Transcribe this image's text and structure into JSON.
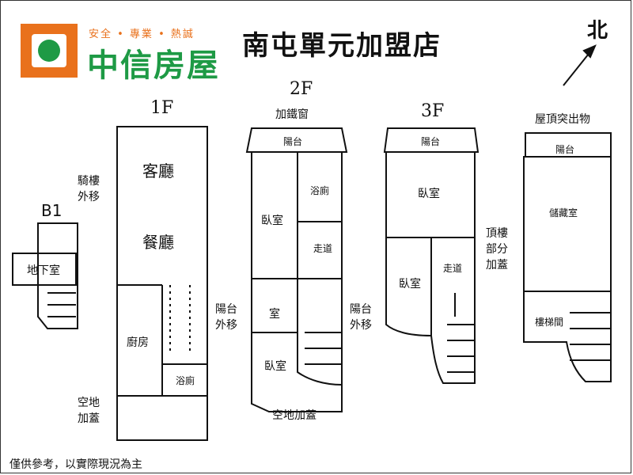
{
  "header": {
    "slogan": "安全 • 專業 • 熱誠",
    "brand": "中信房屋",
    "store": "南屯單元加盟店",
    "north": "北"
  },
  "floors": {
    "b1": {
      "title": "B1",
      "basement": "地下室"
    },
    "f1": {
      "title": "1F",
      "living": "客廳",
      "dining": "餐廳",
      "kitchen": "廚房",
      "bath": "浴廁",
      "arcade": "騎樓\n外移",
      "yard": "空地\n加蓋"
    },
    "f2": {
      "title": "2F",
      "addition": "加鐵窗",
      "balcony": "陽台",
      "bath": "浴廁",
      "bedroom": "臥室",
      "aisle": "走道",
      "room": "室",
      "balcony_moved": "陽台\n外移",
      "bedroom2": "臥室",
      "yard": "空地加蓋"
    },
    "f3": {
      "title": "3F",
      "balcony": "陽台",
      "bedroom": "臥室",
      "aisle": "走道",
      "bedroom2": "臥室",
      "balcony_moved": "陽台\n外移"
    },
    "roof": {
      "title": "屋頂突出物",
      "balcony": "陽台",
      "storage": "儲藏室",
      "stair_room": "樓梯間",
      "addition": "頂樓\n部分\n加蓋"
    }
  },
  "footer": "僅供參考，以實際現況為主",
  "colors": {
    "brand_orange": "#e9711c",
    "brand_green": "#1e9a45"
  }
}
